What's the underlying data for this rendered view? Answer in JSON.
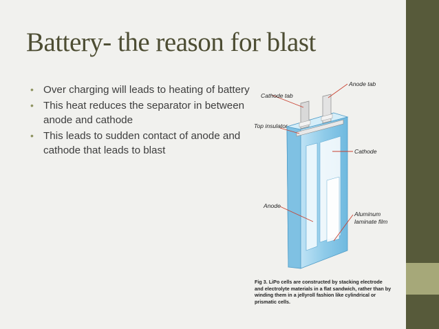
{
  "slide": {
    "title": "Battery- the reason for blast",
    "bullets": [
      "Over charging will leads  to heating of battery",
      "This heat reduces the separator in between  anode and cathode",
      "This leads to sudden contact of anode and cathode that leads to blast"
    ]
  },
  "figure": {
    "labels": {
      "anode_tab": "Anode tab",
      "cathode_tab": "Cathode tab",
      "top_insulator": "Top insulator",
      "cathode": "Cathode",
      "anode": "Anode",
      "aluminum": "Aluminum",
      "laminate_film": "laminate film"
    },
    "caption": "Fig 3. LiPo cells are constructed by stacking electrode and electrolyte materials in a flat sandwich, rather than by winding them in a jellyroll fashion like cylindrical or prismatic cells."
  },
  "colors": {
    "background": "#f1f1ee",
    "sidebar": "#575a3a",
    "sidebar_accent": "#a6a879",
    "title": "#4d4d33",
    "bullet": "#8f9461"
  }
}
